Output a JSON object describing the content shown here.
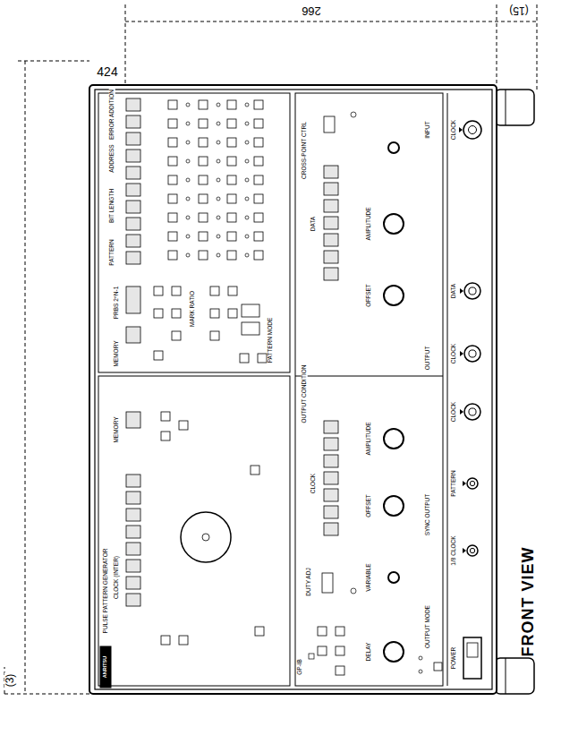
{
  "diagram": {
    "labels": [
      "266",
      "(15)",
      "424",
      "(3)",
      "FRONT VIEW",
      "ANRITSU",
      "PULSE PATTERN GENERATOR",
      "CLOCK (INTER)",
      "MEMORY",
      "MEMORY",
      "PRBS 2^N-1",
      "MARK RATIO",
      "PATTERN MODE",
      "PATTERN",
      "BIT LENGTH",
      "ADDRESS",
      "ERROR ADDITION",
      "OUTPUT CONDITION",
      "CLOCK",
      "DATA",
      "CROSS-POINT CTRL",
      "AMPLITUDE",
      "OFFSET",
      "AMPLITUDE",
      "OFFSET",
      "DUTY ADJ",
      "VARIABLE",
      "DELAY",
      "SYNC OUTPUT",
      "OUTPUT",
      "INPUT",
      "CLOCK",
      "DATA",
      "CLOCK",
      "CLOCK",
      "PATTERN",
      "1/8 CLOCK",
      "OUTPUT MODE",
      "POWER",
      "GP-IB"
    ]
  }
}
